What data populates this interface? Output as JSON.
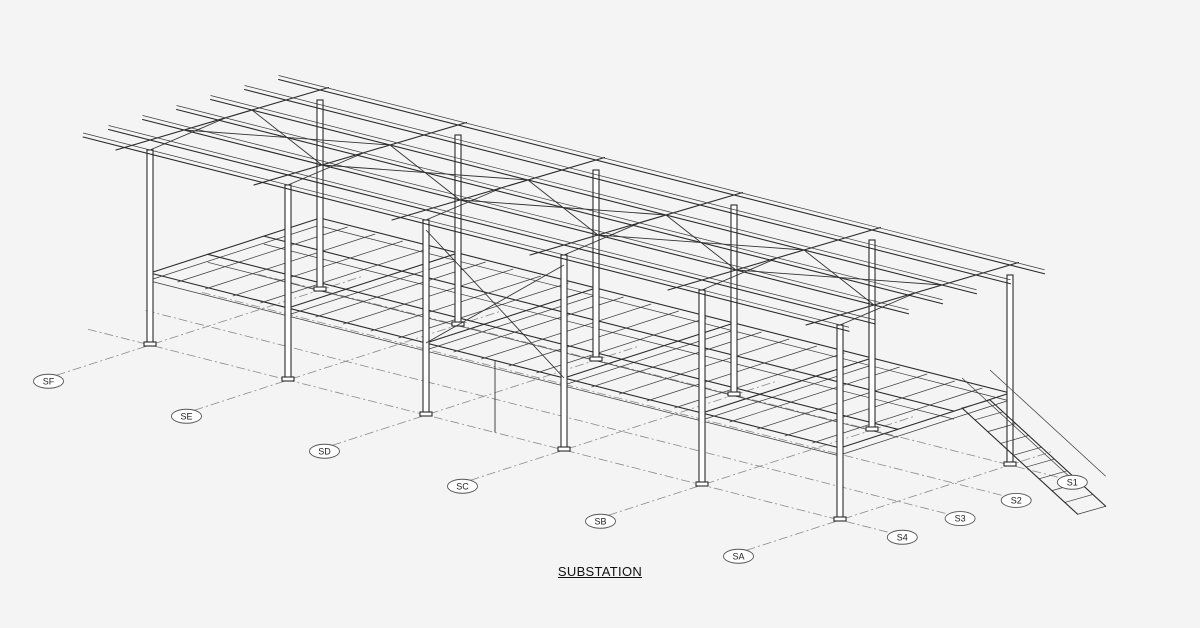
{
  "drawing_title": "SUBSTATION",
  "grid_lines": {
    "lettered": [
      "SF",
      "SE",
      "SD",
      "SC",
      "SB",
      "SA"
    ],
    "numbered": [
      "S1",
      "S2",
      "S3",
      "S4"
    ]
  },
  "colors": {
    "background": "#f4f4f4",
    "steel": "#2a2a2a",
    "gridline": "#8a8a8a"
  }
}
